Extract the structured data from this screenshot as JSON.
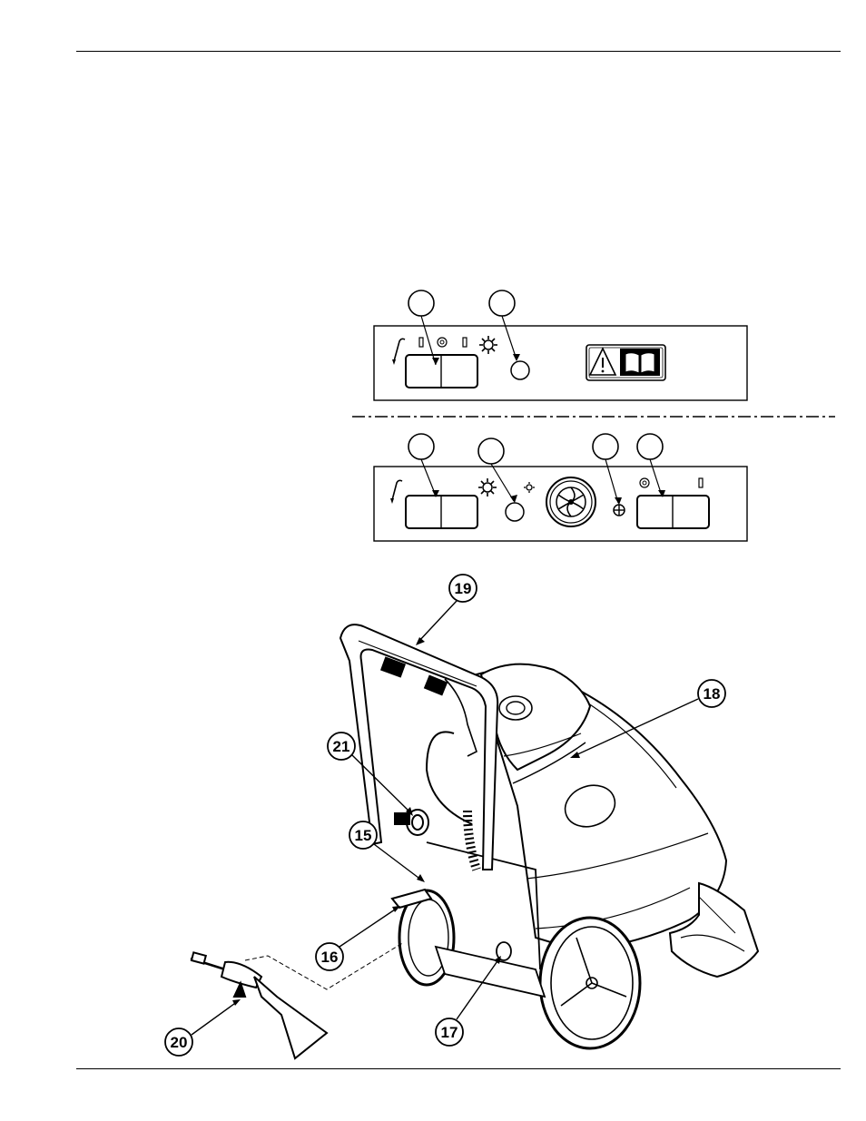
{
  "page": {
    "header_rule": "",
    "footer_rule": ""
  },
  "control_panels": {
    "panel_a_callouts": [
      "",
      ""
    ],
    "panel_b_callouts": [
      "",
      "",
      "",
      ""
    ]
  },
  "machine_figure": {
    "callouts": {
      "handle": "19",
      "recovery_lid": "18",
      "knob": "21",
      "hose_fitting": "15",
      "pedal": "16",
      "drain_valve": "17",
      "upholstery_tool": "20"
    }
  },
  "icons": [
    "spray-wand-icon",
    "warning-triangle-icon",
    "manual-book-icon",
    "heater-sun-icon",
    "vacuum-fan-icon",
    "heat-on-icon",
    "power-indicator-icon"
  ]
}
